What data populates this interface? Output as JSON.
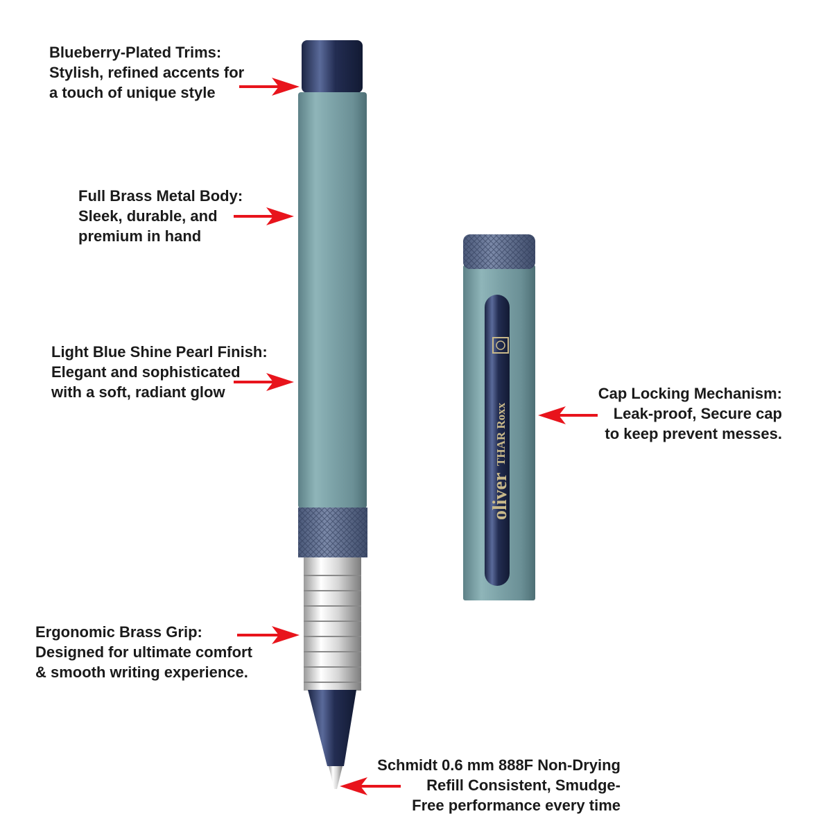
{
  "callouts": {
    "trims": {
      "lines": [
        "Blueberry-Plated Trims:",
        "Stylish, refined accents for",
        "a touch of unique style"
      ]
    },
    "body": {
      "lines": [
        "Full Brass Metal Body:",
        "Sleek, durable, and",
        "premium in hand"
      ]
    },
    "finish": {
      "lines": [
        "Light Blue Shine Pearl Finish:",
        "Elegant and sophisticated",
        "with a soft, radiant glow"
      ]
    },
    "grip": {
      "lines": [
        "Ergonomic Brass Grip:",
        "Designed for ultimate comfort",
        "& smooth writing experience."
      ]
    },
    "cap": {
      "lines": [
        "Cap Locking Mechanism:",
        "Leak-proof, Secure cap",
        "to keep prevent messes."
      ]
    },
    "refill": {
      "lines": [
        "Schmidt 0.6 mm 888F Non-Drying",
        "Refill Consistent, Smudge-",
        "Free performance every time"
      ]
    }
  },
  "cap_branding": {
    "brand": "oliver",
    "model": "THAR Roxx"
  },
  "colors": {
    "arrow": "#e8141c",
    "body": "#7ea5aa",
    "trim": "#2c3a63",
    "knurl": "#5f6f92",
    "engraving": "#c9b98a"
  }
}
